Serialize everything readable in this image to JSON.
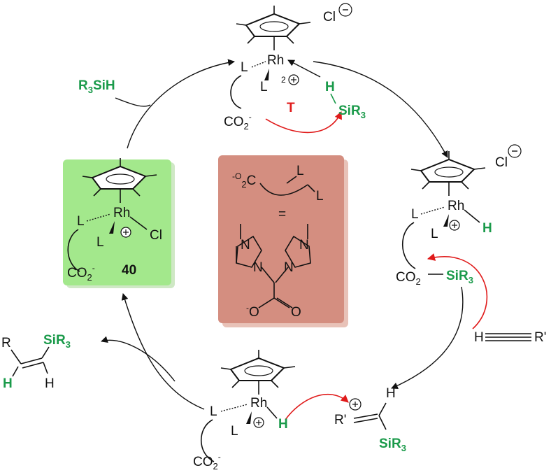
{
  "colors": {
    "accent_green": "#1a9a4a",
    "accent_red": "#e01b1b",
    "complex_box": "#a3e88c",
    "ligand_box": "#d48e80"
  },
  "reagent": {
    "prefix": "R",
    "sub": "3",
    "suffix": "SiH"
  },
  "intermediate_T": {
    "chloride": "Cl",
    "metal": "Rh",
    "L": "L",
    "charge_num": "2",
    "H": "H",
    "silane": "SiR",
    "silane_sub": "3",
    "carboxylate": "CO",
    "carboxylate_sub": "2",
    "carboxylate_charge": "-",
    "label": "T"
  },
  "hydride": {
    "chloride": "Cl",
    "metal": "Rh",
    "L": "L",
    "H": "H",
    "ester": "CO",
    "ester_sub": "2",
    "silyl": "SiR",
    "silyl_sub": "3"
  },
  "alkyne": {
    "H": "H",
    "R": "R'"
  },
  "vinyl_cation": {
    "H": "H",
    "R": "R'",
    "silyl": "SiR",
    "silyl_sub": "3"
  },
  "bottom_complex": {
    "metal": "Rh",
    "L": "L",
    "H": "H",
    "carboxylate": "CO",
    "carboxylate_sub": "2",
    "carboxylate_charge": "-"
  },
  "product": {
    "R": "R",
    "silyl": "SiR",
    "silyl_sub": "3",
    "H_green": "H",
    "H": "H"
  },
  "complex_40": {
    "metal": "Rh",
    "L": "L",
    "chloride": "Cl",
    "carboxylate": "CO",
    "carboxylate_sub": "2",
    "carboxylate_charge": "-",
    "label": "40"
  },
  "ligand": {
    "carboxylate_prefix": "-O",
    "carboxylate_sub": "2",
    "carboxylate_suffix": "C",
    "L": "L",
    "equals": "=",
    "N": "N",
    "O": "O",
    "O_minus": "-"
  }
}
